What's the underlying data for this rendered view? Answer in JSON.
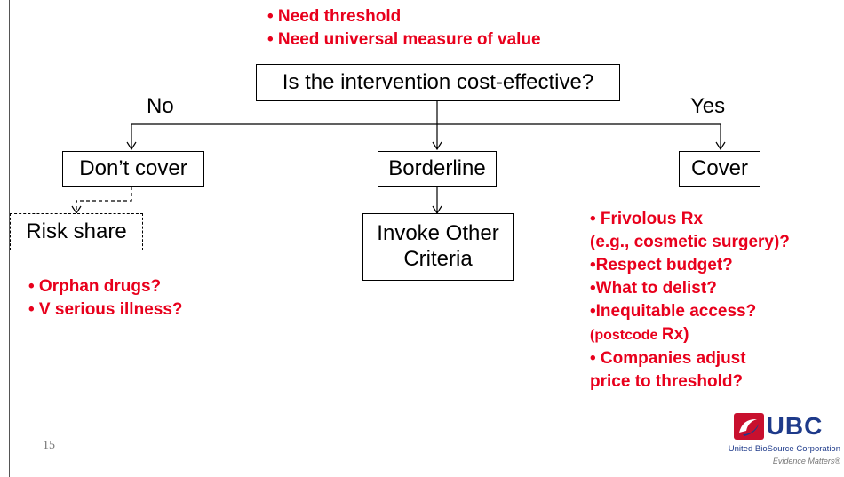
{
  "diagram": {
    "top_notes": [
      "• Need threshold",
      "• Need universal measure of value"
    ],
    "question": "Is the intervention cost-effective?",
    "branch_no": "No",
    "branch_yes": "Yes",
    "dont_cover": "Don’t cover",
    "borderline": "Borderline",
    "cover": "Cover",
    "risk_share": "Risk share",
    "invoke_line1": "Invoke Other",
    "invoke_line2": "Criteria",
    "left_notes": [
      "• Orphan drugs?",
      "• V serious illness?"
    ],
    "right_notes": {
      "l1": "• Frivolous Rx",
      "l2": "(e.g., cosmetic surgery)?",
      "l3": "•Respect budget?",
      "l4": "•What to delist?",
      "l5": "•Inequitable access?",
      "l6_small": "(postcode ",
      "l6_big": "Rx)",
      "l7": "• Companies adjust",
      "l8": "price to threshold?"
    },
    "accent_color": "#e8001c"
  },
  "footer": {
    "page_number": "15",
    "logo_text": "UBC",
    "logo_corp": "United BioSource Corporation",
    "logo_tagline": "Evidence Matters®"
  }
}
